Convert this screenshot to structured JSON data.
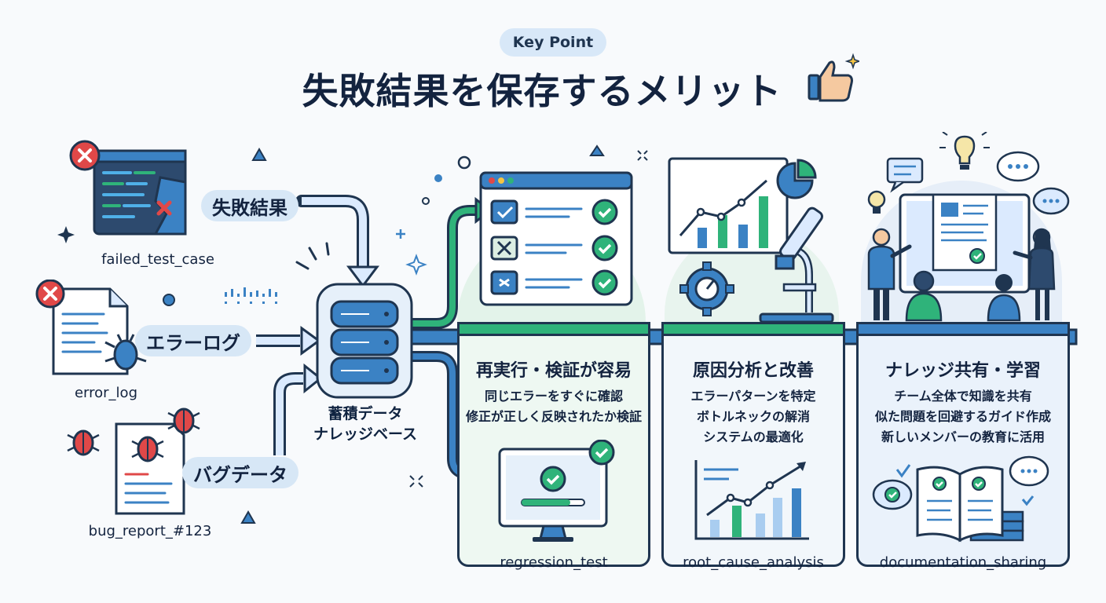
{
  "header": {
    "badge": "Key Point",
    "title": "失敗結果を保存するメリット"
  },
  "sources": [
    {
      "label": "失敗結果",
      "file": "failed_test_case"
    },
    {
      "label": "エラーログ",
      "file": "error_log"
    },
    {
      "label": "バグデータ",
      "file": "bug_report_#123"
    }
  ],
  "storage": {
    "line1": "蓄積データ",
    "line2": "ナレッジベース"
  },
  "panels": [
    {
      "heading": "再実行・検証が容易",
      "lines": [
        "同じエラーをすぐに確認",
        "修正が正しく反映されたか検証"
      ],
      "footer": "regression_test"
    },
    {
      "heading": "原因分析と改善",
      "lines": [
        "エラーパターンを特定",
        "ボトルネックの解消",
        "システムの最適化"
      ],
      "footer": "root_cause_analysis"
    },
    {
      "heading": "ナレッジ共有・学習",
      "lines": [
        "チーム全体で知識を共有",
        "似た問題を回避するガイド作成",
        "新しいメンバーの教育に活用"
      ],
      "footer": "documentation_sharing"
    }
  ],
  "colors": {
    "navy": "#1f3550",
    "blue": "#3b82c4",
    "green": "#2fb37a",
    "red": "#e04848",
    "pill": "#d7e7f6"
  }
}
